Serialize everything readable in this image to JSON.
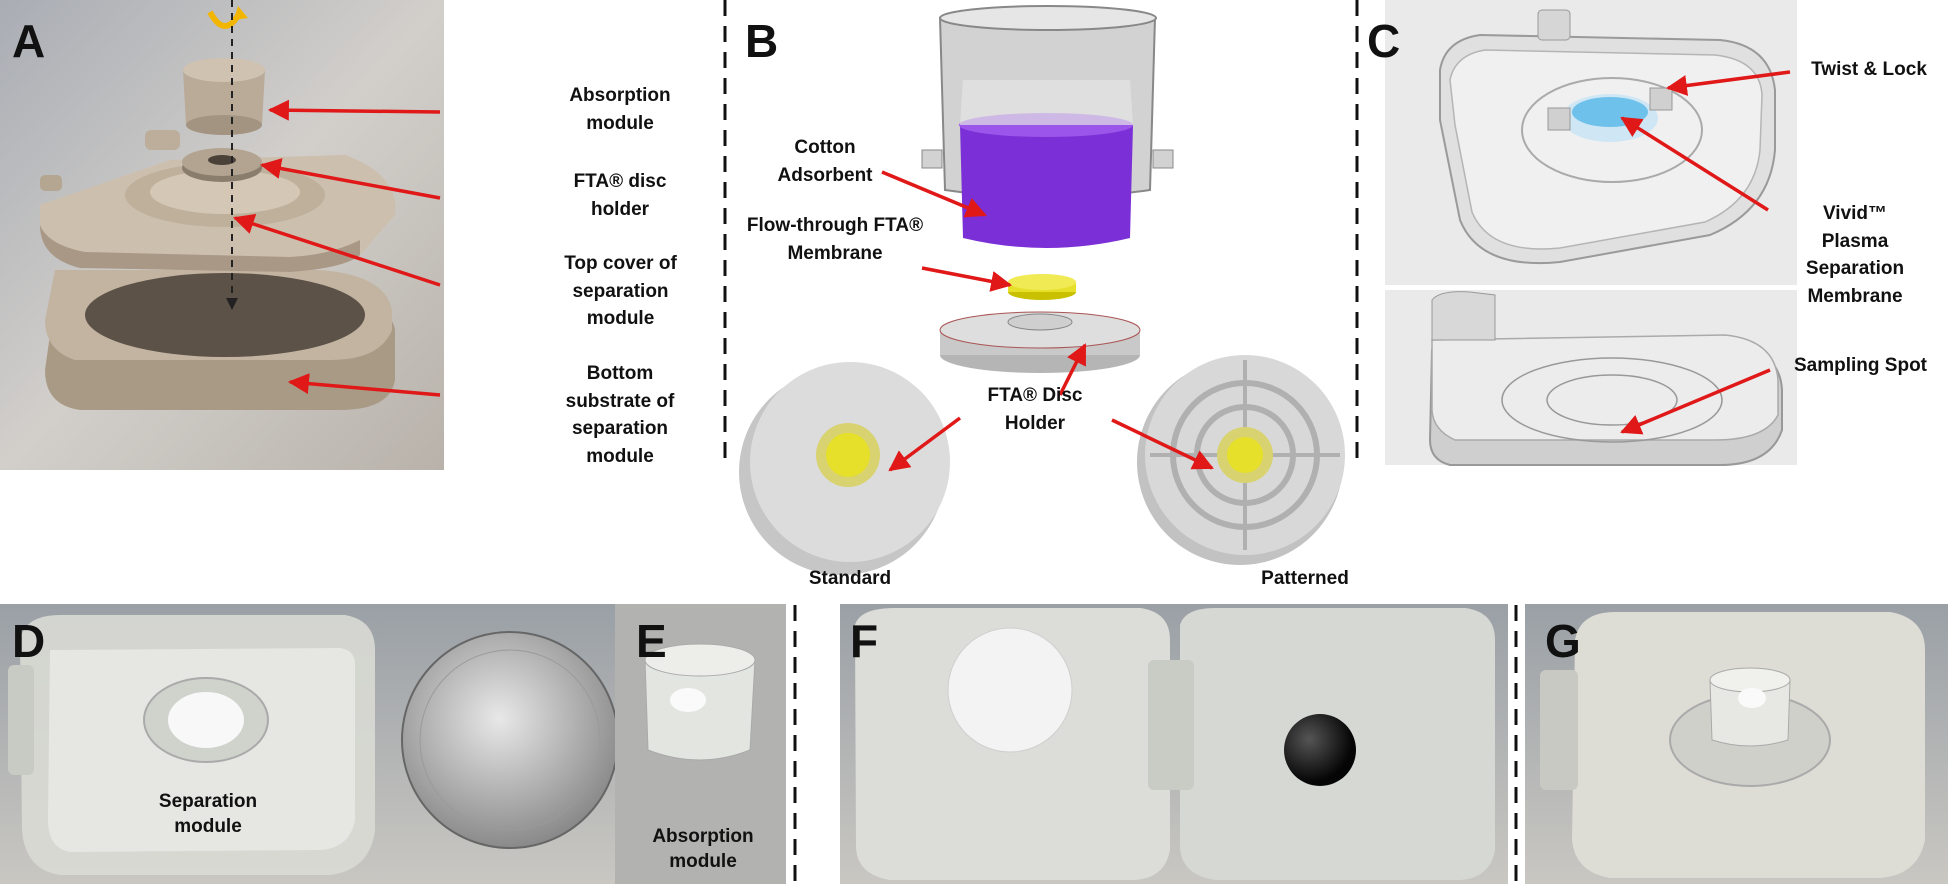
{
  "panels": {
    "A": {
      "letter": "A",
      "labels": {
        "absorption_module": "Absorption module",
        "fta_disc_holder": "FTA® disc holder",
        "top_cover": "Top cover of separation module",
        "bottom_substrate": "Bottom substrate of separation module"
      }
    },
    "B": {
      "letter": "B",
      "labels": {
        "cotton_adsorbent": "Cotton Adsorbent",
        "flow_through": "Flow-through FTA® Membrane",
        "fta_disc_holder": "FTA® Disc Holder",
        "standard": "Standard",
        "patterned": "Patterned"
      }
    },
    "C": {
      "letter": "C",
      "labels": {
        "twist_lock": "Twist & Lock",
        "vivid_membrane": "Vivid™ Plasma Separation Membrane",
        "sampling_spot": "Sampling Spot"
      }
    },
    "D": {
      "letter": "D",
      "label": "Separation module"
    },
    "E": {
      "letter": "E",
      "label": "Absorption module"
    },
    "F": {
      "letter": "F"
    },
    "G": {
      "letter": "G"
    }
  },
  "colors": {
    "arrow": "#e01818",
    "beige": "#b9ab98",
    "purple": "#7b2fd6",
    "yellow": "#e6e02a",
    "grey": "#c7c7c7"
  }
}
